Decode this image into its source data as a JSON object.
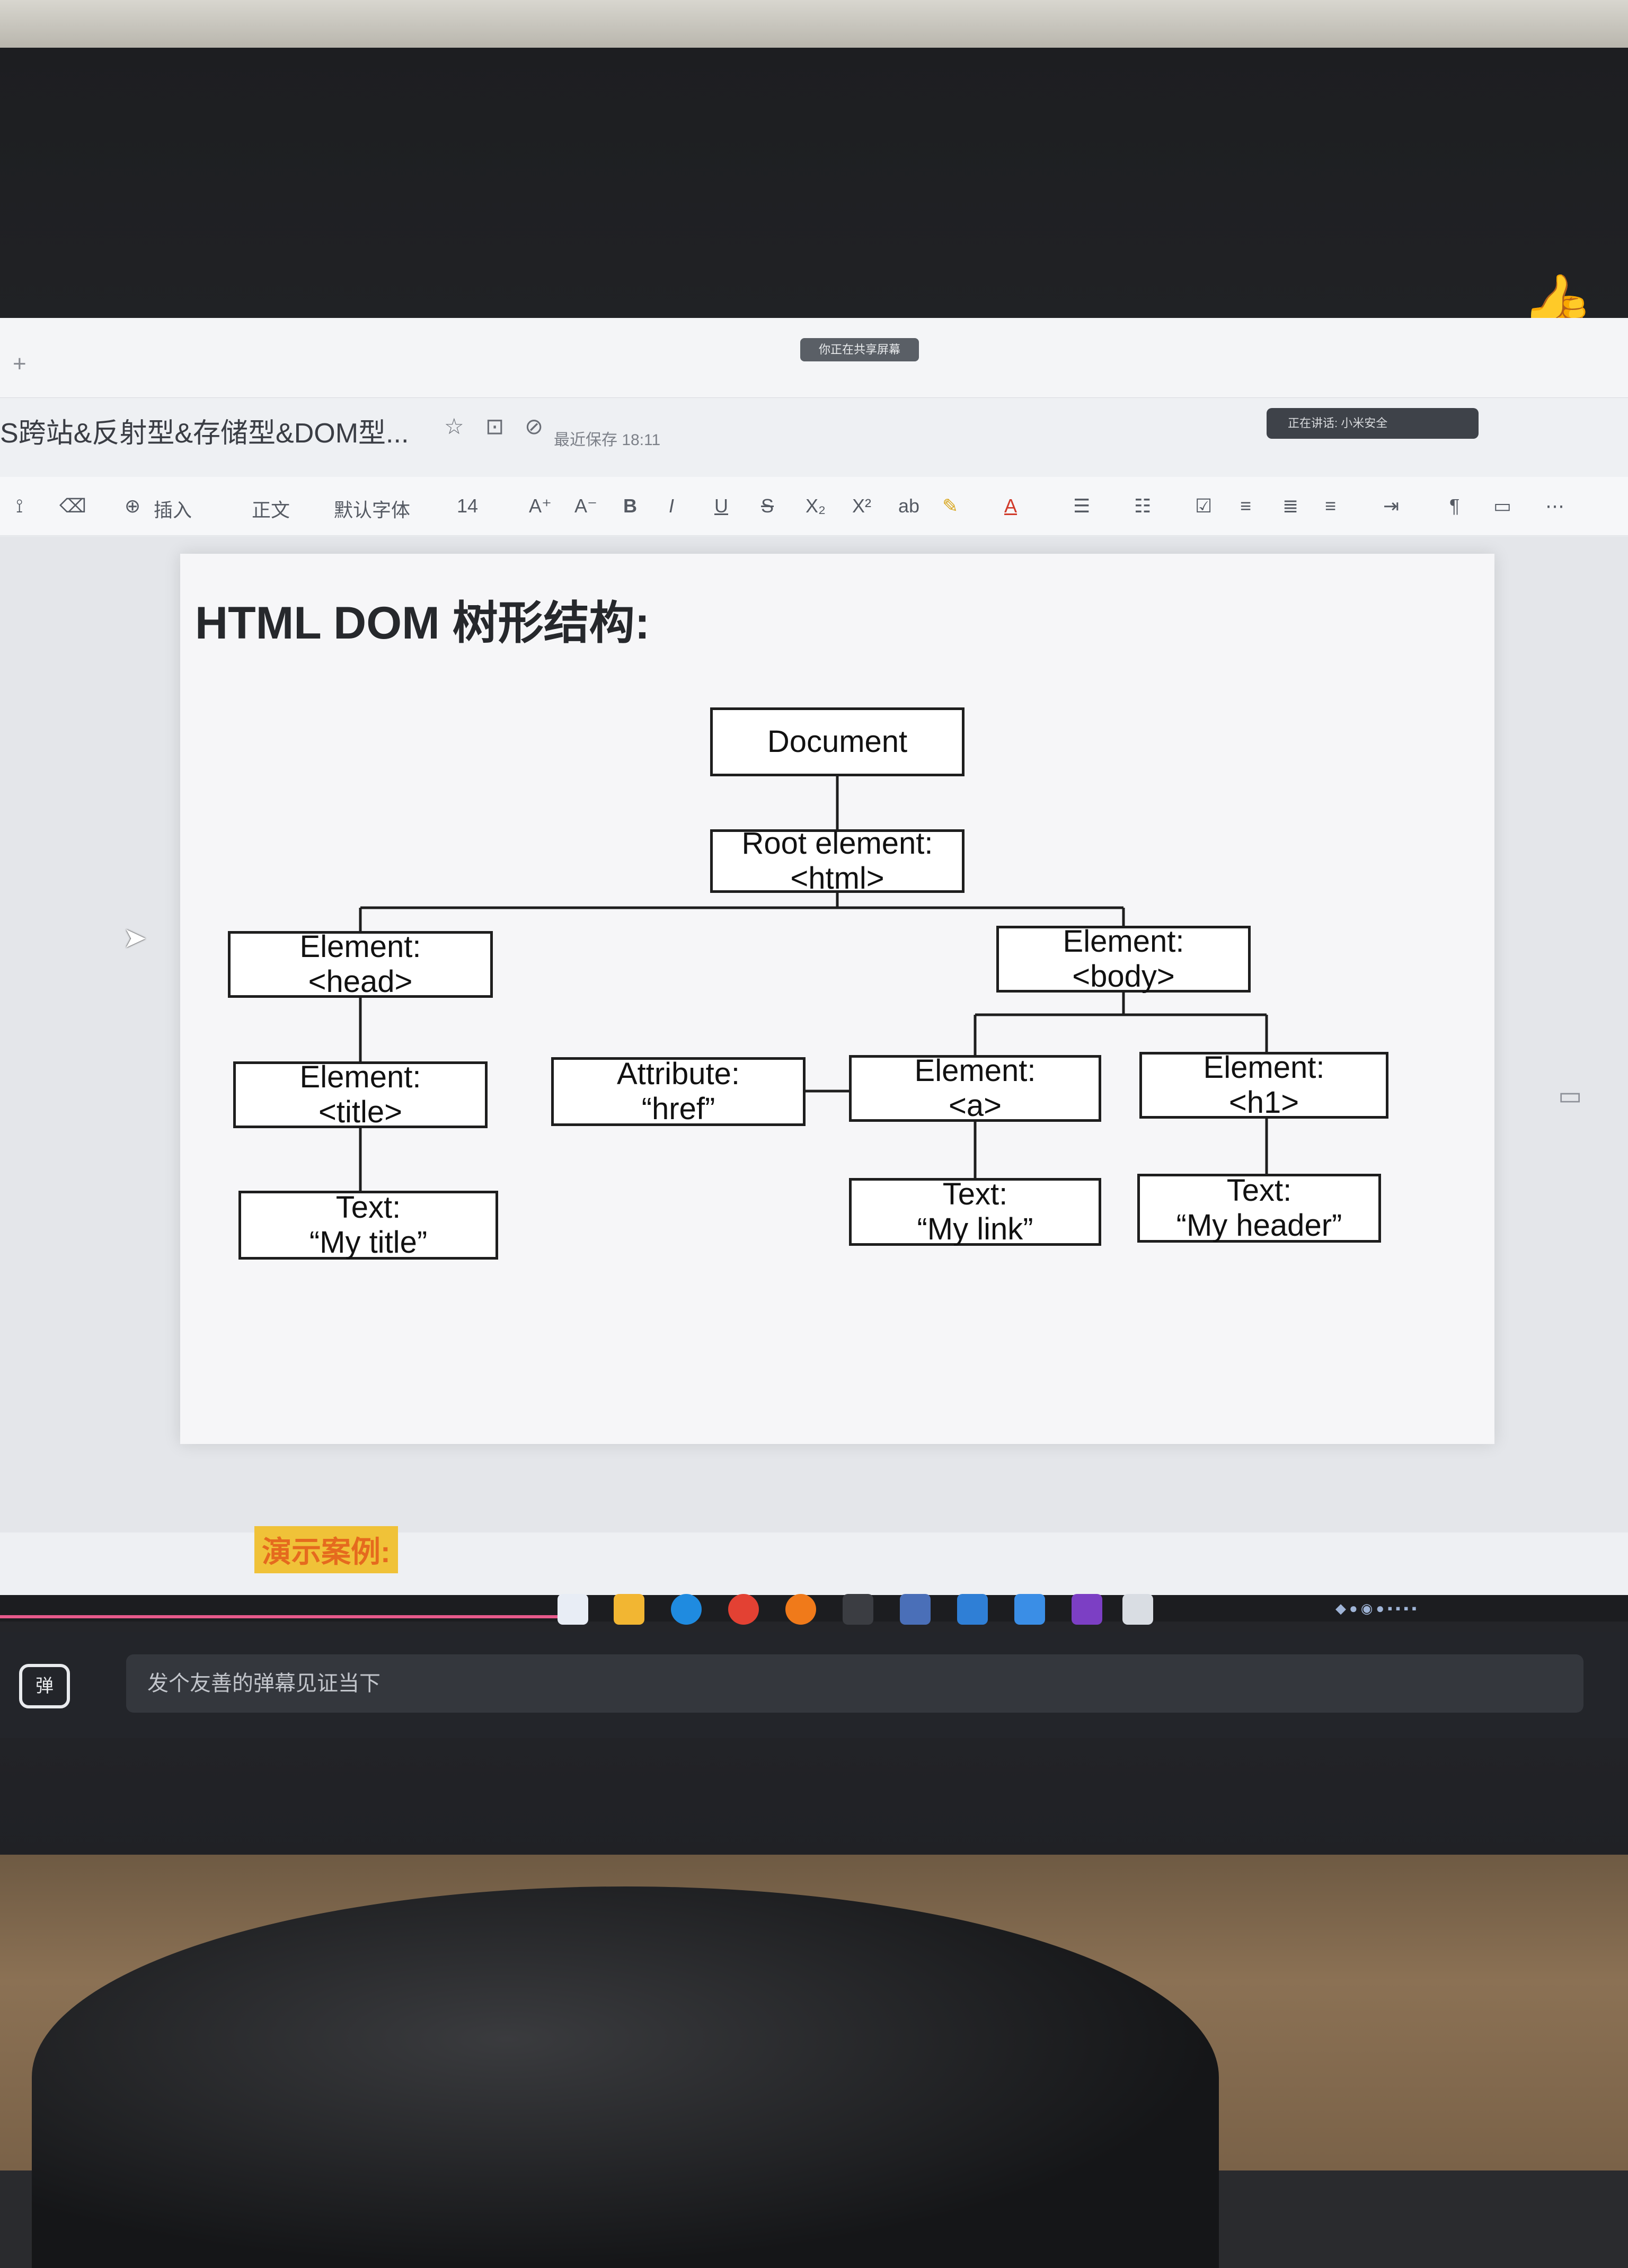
{
  "document": {
    "title": "S跨站&反射型&存储型&DOM型...",
    "save_status": "最近保存 18:11"
  },
  "top_strip": {
    "new_tab": "+",
    "share_chip": "你正在共享屏幕"
  },
  "share_panel": {
    "label": "正在讲话: 小米安全"
  },
  "toolbar": {
    "insert": "插入",
    "style": "正文",
    "font": "默认字体",
    "size": "14",
    "grow": "A⁺",
    "shrink": "A⁻",
    "bold": "B",
    "italic": "I",
    "underline": "U",
    "strike": "S",
    "subscript": "X₂",
    "superscript": "X²",
    "font_color": "A"
  },
  "slide": {
    "title": "HTML DOM 树形结构:",
    "nodes": {
      "document": [
        "Document"
      ],
      "root": [
        "Root element:",
        "<html>"
      ],
      "head": [
        "Element:",
        "<head>"
      ],
      "body": [
        "Element:",
        "<body>"
      ],
      "title": [
        "Element:",
        "<title>"
      ],
      "attribute": [
        "Attribute:",
        "“href”"
      ],
      "a": [
        "Element:",
        "<a>"
      ],
      "h1": [
        "Element:",
        "<h1>"
      ],
      "text_title": [
        "Text:",
        "“My title”"
      ],
      "text_link": [
        "Text:",
        "“My link”"
      ],
      "text_header": [
        "Text:",
        "“My header”"
      ]
    }
  },
  "demo_label": "演示案例:",
  "comment_bar": {
    "placeholder": "发个友善的弹幕见证当下",
    "tv_icon_text": "弹"
  }
}
